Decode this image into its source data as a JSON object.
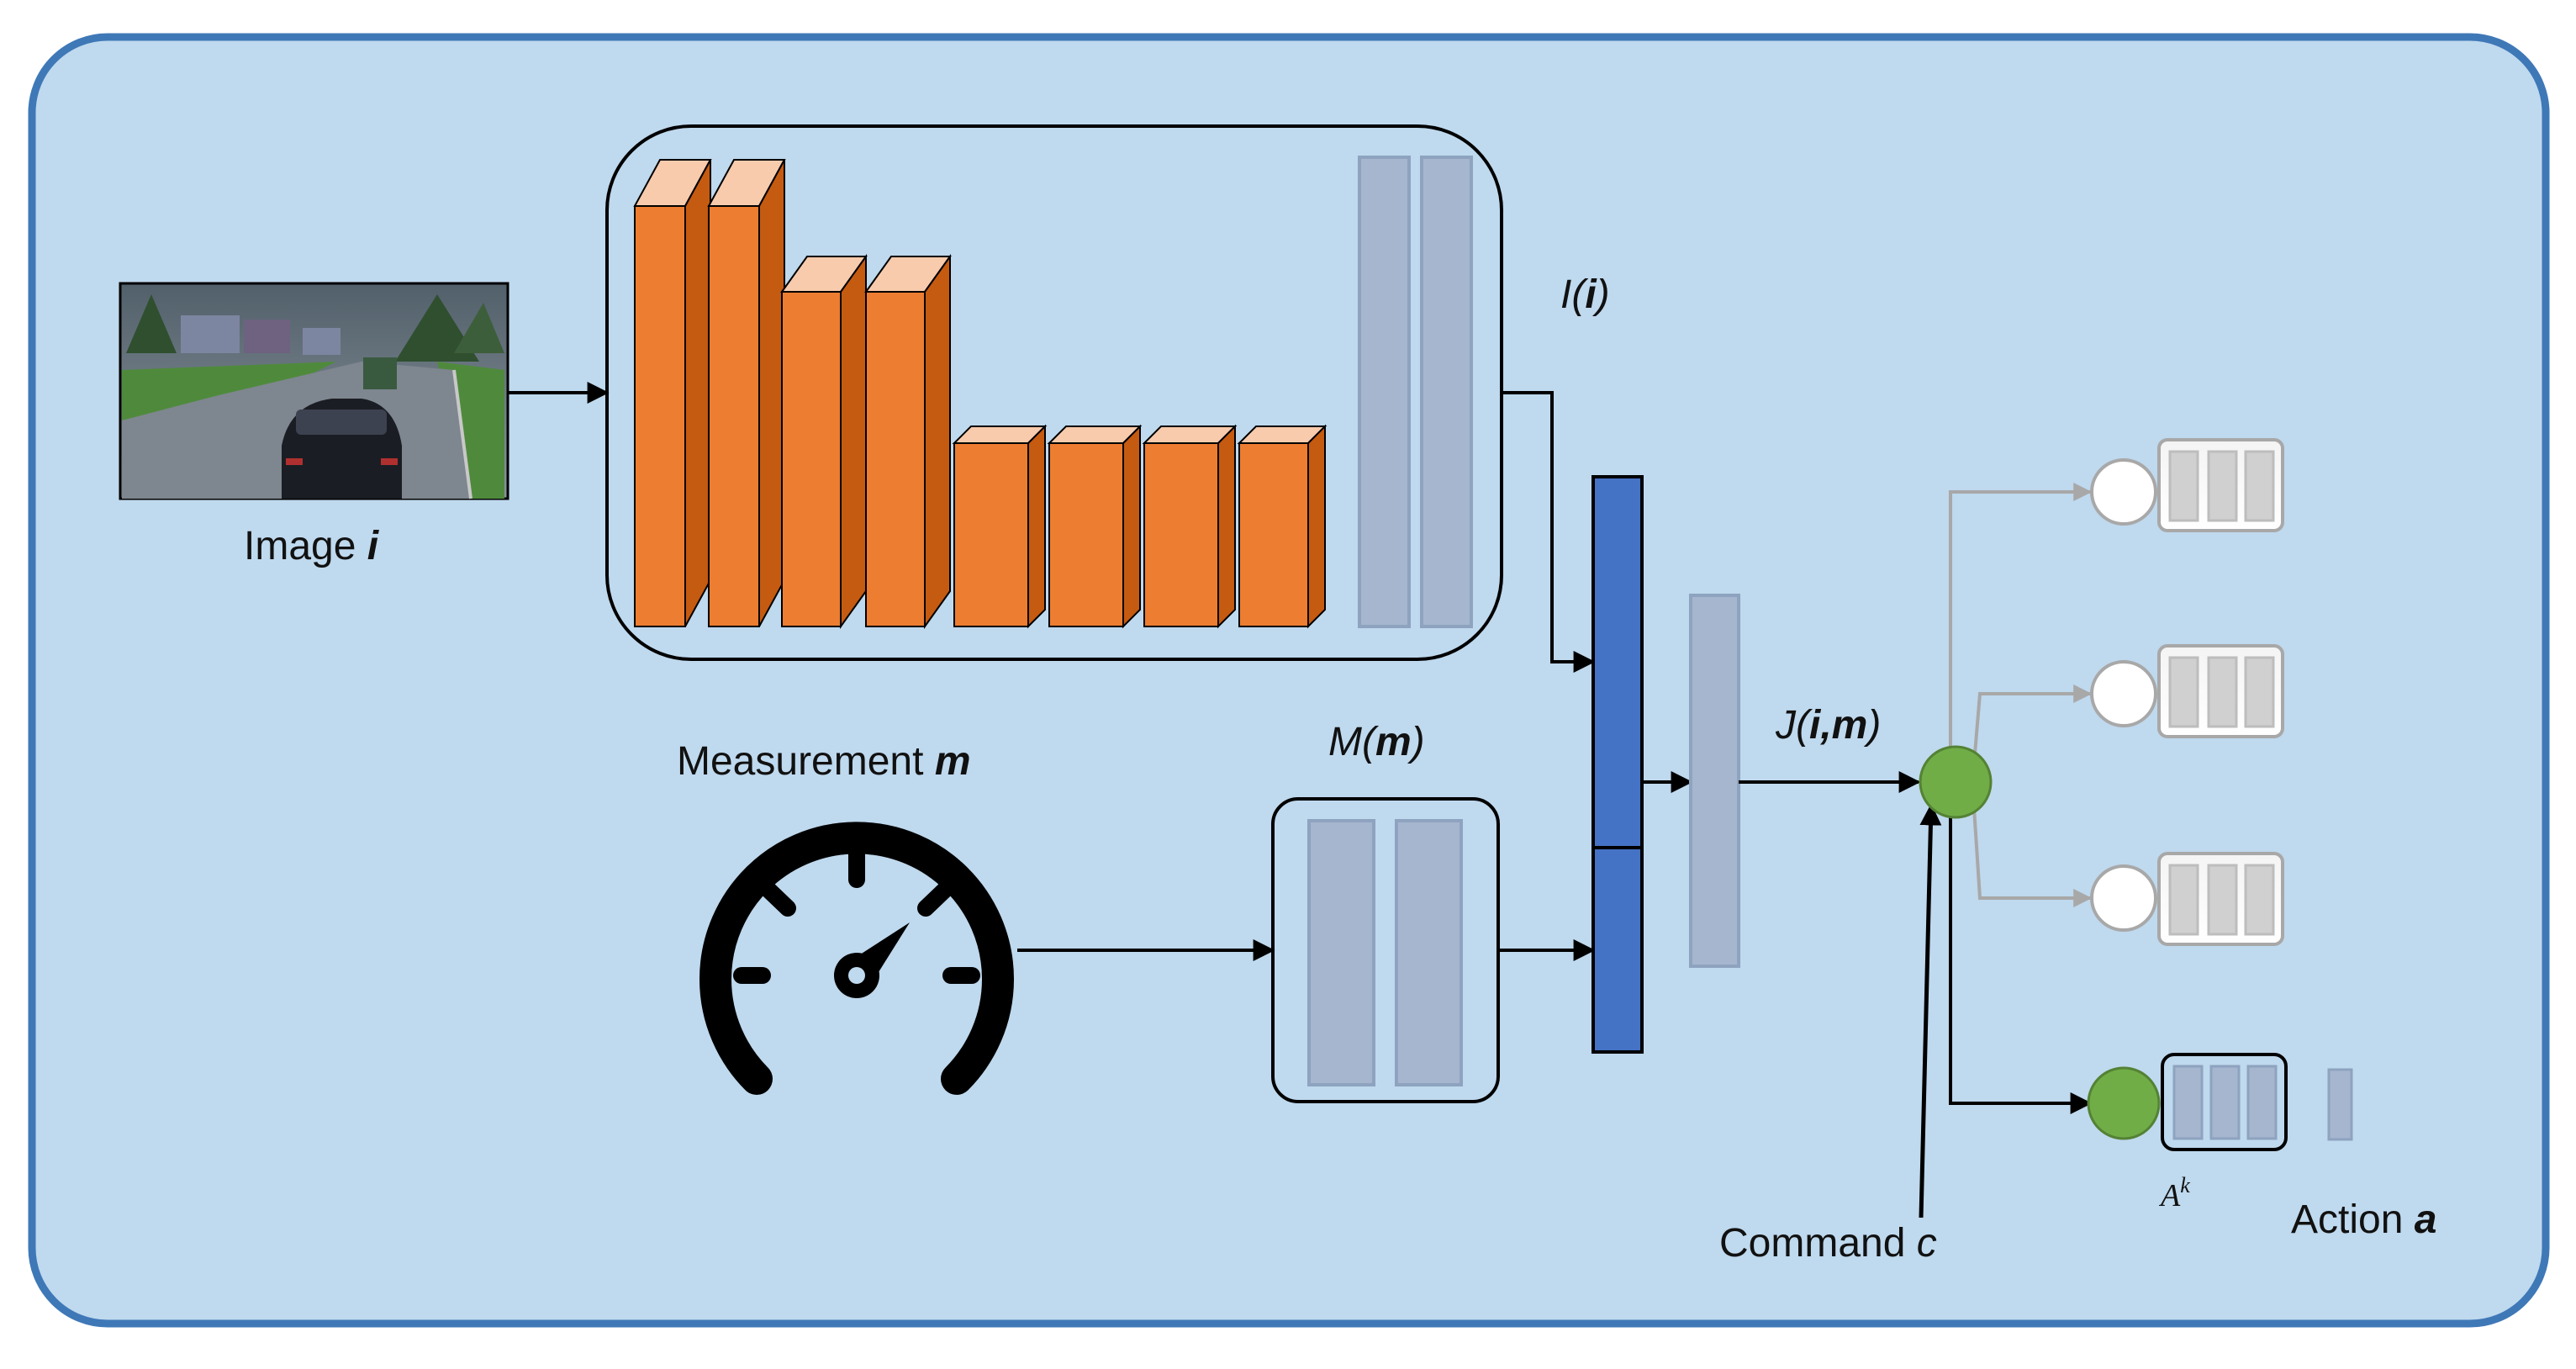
{
  "labels": {
    "image": "Image",
    "image_var": "i",
    "measurement": "Measurement",
    "measurement_var": "m",
    "image_feat_prefix": "I(",
    "image_feat_var": "i",
    "image_feat_suffix": ")",
    "meas_feat_prefix": "M(",
    "meas_feat_var": "m",
    "meas_feat_suffix": ")",
    "joint_prefix": "J(",
    "joint_var": "i,m",
    "joint_suffix": ")",
    "command": "Command",
    "command_var": "c",
    "branch_symbol": "A",
    "branch_superscript": "k",
    "action": "Action",
    "action_var": "a"
  },
  "colors": {
    "panel_fill": "#bfd9ee",
    "panel_border": "#3f78b7",
    "conv_front": "#ed7d31",
    "conv_side": "#c55a11",
    "conv_top": "#f8cbad",
    "fc_fill": "#a6b6cf",
    "fc_stroke": "#8ea3bf",
    "joint_fill": "#4472c4",
    "gate_fill": "#70ad47",
    "faded": "#a8a8a8",
    "line": "#000000"
  },
  "icons": {
    "input_image": "driving-scene-thumbnail",
    "measurement": "speedometer-icon"
  }
}
